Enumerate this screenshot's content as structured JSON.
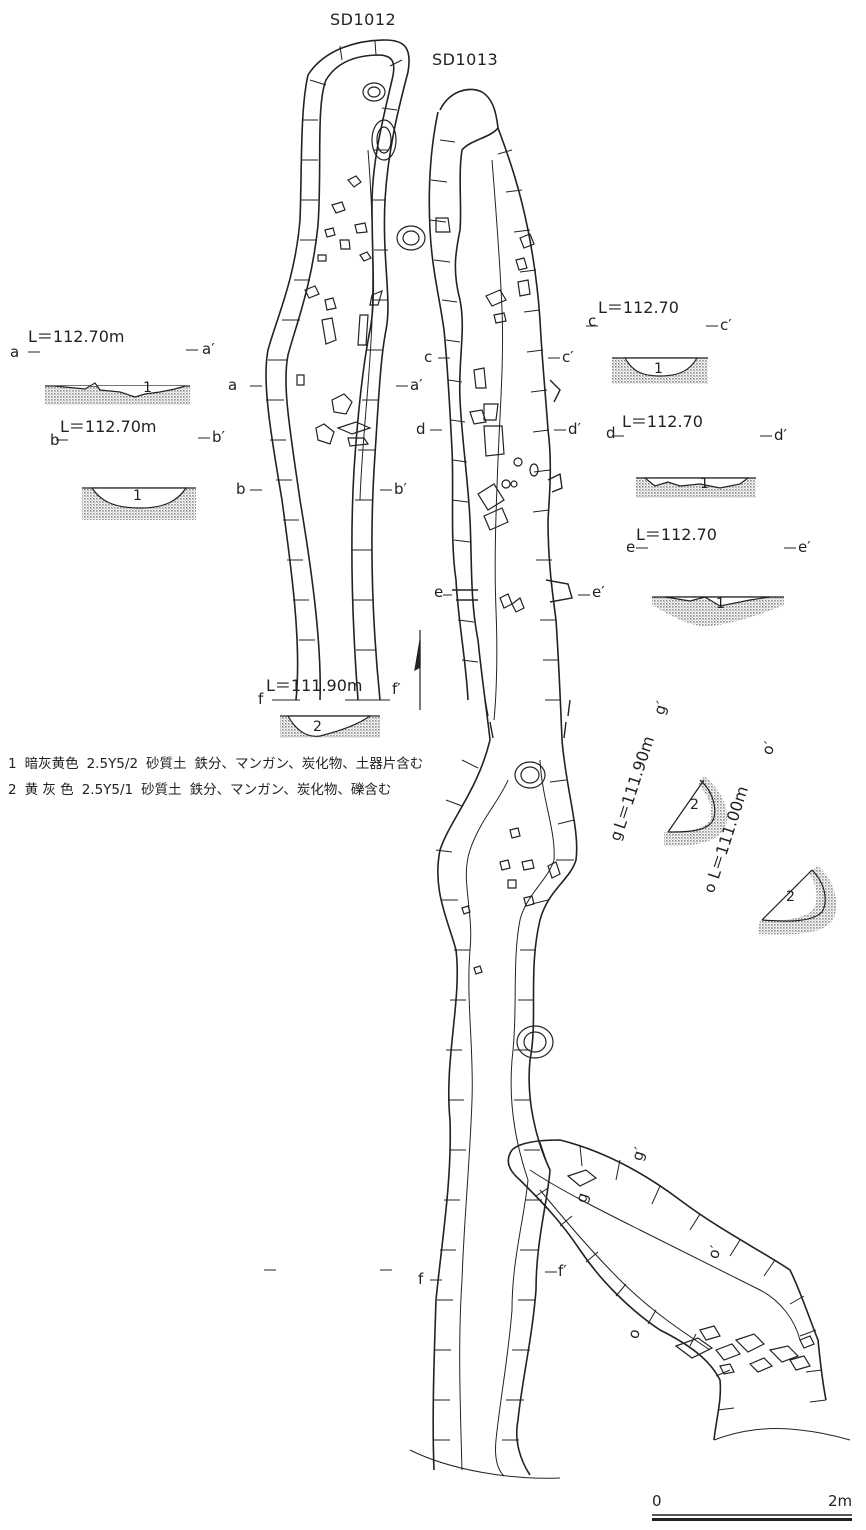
{
  "features": {
    "left_ditch": "SD1012",
    "right_ditch": "SD1013"
  },
  "sections": [
    {
      "id": "a",
      "label_start": "a",
      "label_end": "a′",
      "elevation": "L＝112.70m",
      "layer": "1"
    },
    {
      "id": "b",
      "label_start": "b",
      "label_end": "b′",
      "elevation": "L＝112.70m",
      "layer": "1"
    },
    {
      "id": "c",
      "label_start": "c",
      "label_end": "c′",
      "elevation": "L＝112.70",
      "layer": "1"
    },
    {
      "id": "d",
      "label_start": "d",
      "label_end": "d′",
      "elevation": "L＝112.70",
      "layer": "1"
    },
    {
      "id": "e",
      "label_start": "e",
      "label_end": "e′",
      "elevation": "L＝112.70",
      "layer": "1"
    },
    {
      "id": "f",
      "label_start": "f",
      "label_end": "f′",
      "elevation": "L＝111.90m",
      "layer": "2"
    },
    {
      "id": "g",
      "label_start": "g",
      "label_end": "g′",
      "elevation": "L＝111.90m",
      "layer": "2"
    },
    {
      "id": "o",
      "label_start": "o",
      "label_end": "o′",
      "elevation": "L＝111.00m",
      "layer": "2"
    }
  ],
  "legend": [
    {
      "no": "1",
      "color_name": "暗灰黄色",
      "munsell": "2.5Y5/2",
      "soil": "砂質土",
      "inclusions": "鉄分、マンガン、炭化物、土器片含む"
    },
    {
      "no": "2",
      "color_name": "黄 灰 色",
      "munsell": "2.5Y5/1",
      "soil": "砂質土",
      "inclusions": "鉄分、マンガン、炭化物、礫含む"
    }
  ],
  "scale_bar": {
    "start": "0",
    "end": "2m"
  },
  "colors": {
    "line": "#222222",
    "hatch": "#9a9a9a",
    "paper": "#ffffff"
  }
}
